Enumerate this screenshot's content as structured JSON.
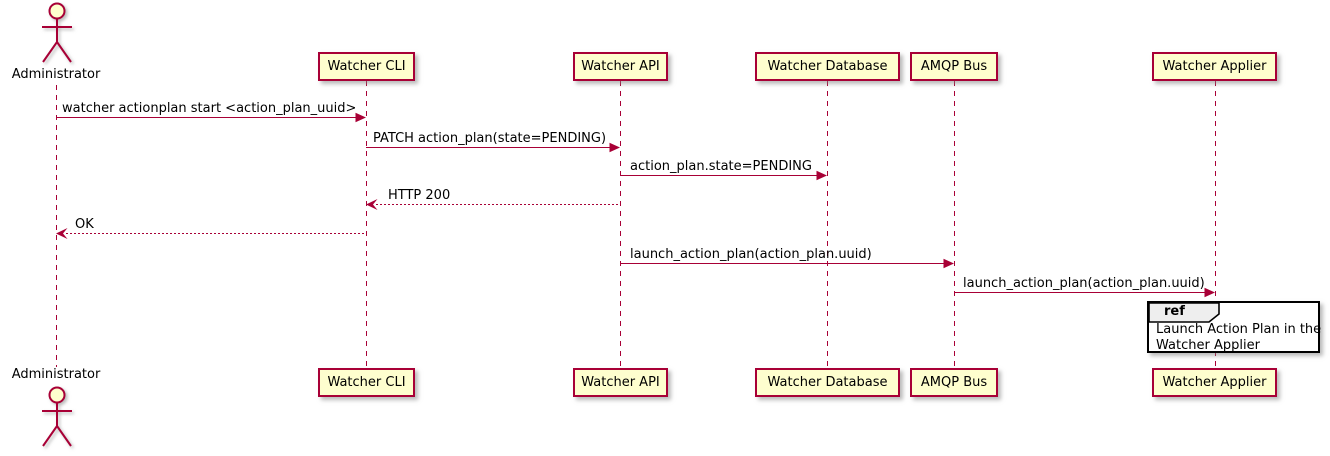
{
  "diagram_type": "uml-sequence",
  "colors": {
    "participant_fill": "#FEFECE",
    "accent_border": "#A80036",
    "line": "#A80036",
    "ref_border": "#000000",
    "ref_header_fill": "#EEEEEE",
    "text": "#000000",
    "background": "#FFFFFF"
  },
  "actors": [
    {
      "name": "Administrator"
    }
  ],
  "participants": [
    {
      "label": "Watcher CLI"
    },
    {
      "label": "Watcher API"
    },
    {
      "label": "Watcher Database"
    },
    {
      "label": "AMQP Bus"
    },
    {
      "label": "Watcher Applier"
    }
  ],
  "messages": [
    {
      "from": "Administrator",
      "to": "Watcher CLI",
      "style": "solid",
      "label": "watcher actionplan start <action_plan_uuid>"
    },
    {
      "from": "Watcher CLI",
      "to": "Watcher API",
      "style": "solid",
      "label": "PATCH action_plan(state=PENDING)"
    },
    {
      "from": "Watcher API",
      "to": "Watcher Database",
      "style": "solid",
      "label": "action_plan.state=PENDING"
    },
    {
      "from": "Watcher API",
      "to": "Watcher CLI",
      "style": "dashed",
      "label": "HTTP 200"
    },
    {
      "from": "Watcher CLI",
      "to": "Administrator",
      "style": "dashed",
      "label": "OK"
    },
    {
      "from": "Watcher API",
      "to": "AMQP Bus",
      "style": "solid",
      "label": "launch_action_plan(action_plan.uuid)"
    },
    {
      "from": "AMQP Bus",
      "to": "Watcher Applier",
      "style": "solid",
      "label": "launch_action_plan(action_plan.uuid)"
    }
  ],
  "ref": {
    "keyword": "ref",
    "over": "Watcher Applier",
    "line1": "Launch Action Plan in the",
    "line2": "Watcher Applier"
  }
}
